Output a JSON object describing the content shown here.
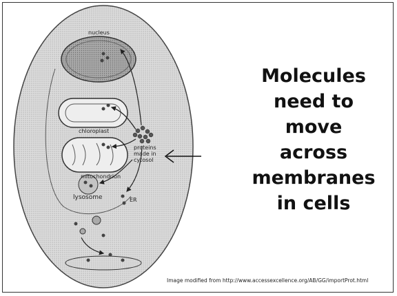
{
  "diagram": {
    "labels": {
      "nucleus": "nucleus",
      "chloroplast": "chloroplast",
      "mitochondrion": "mitochondrion",
      "proteins": [
        "proteins",
        "made in",
        "cytosol"
      ],
      "lysosome": "lysosome",
      "er": "ER"
    }
  },
  "title_lines": [
    "Molecules",
    "need to",
    "move",
    "across",
    "membranes",
    "in cells"
  ],
  "credit": "Image modified from  http://www.accessexcellence.org/AB/GG/importProt.html",
  "colors": {
    "cell_fill": "#d6d6d6",
    "organelle_fill": "#9a9a9a",
    "outline": "#333333"
  }
}
